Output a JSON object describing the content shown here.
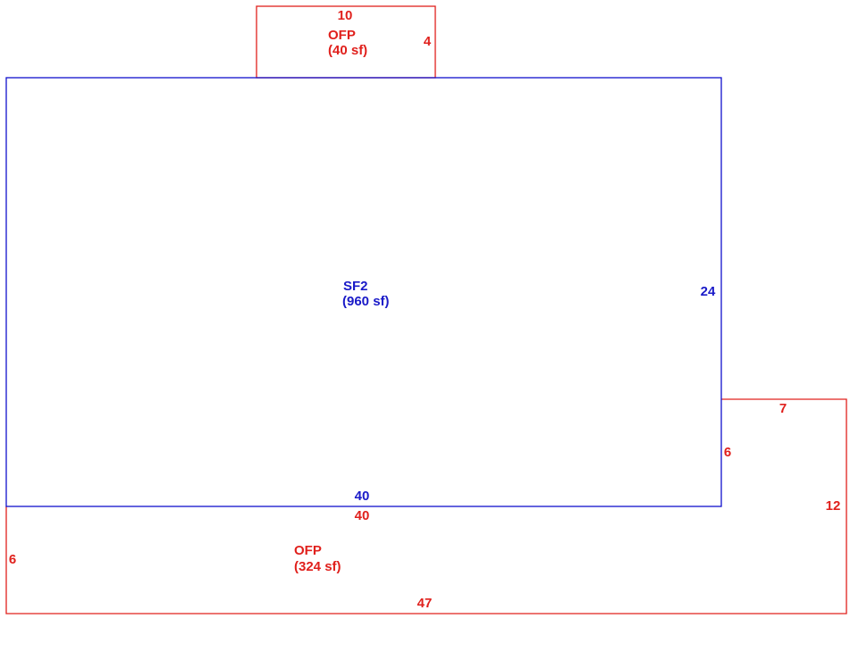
{
  "sketch": {
    "colors": {
      "main_area": "#1010cc",
      "porch_area": "#e0201c"
    },
    "main_area": {
      "code": "SF2",
      "area_label": "(960 sf)",
      "dim_right": "24",
      "dim_bottom": "40"
    },
    "front_porch": {
      "code": "OFP",
      "area_label": "(40 sf)",
      "dim_top": "10",
      "dim_right": "4"
    },
    "rear_porch": {
      "code": "OFP",
      "area_label": "(324 sf)",
      "dim_top_left": "40",
      "dim_left": "6",
      "dim_bottom": "47",
      "dim_right": "12",
      "dim_step_top": "7",
      "dim_step_side": "6"
    }
  }
}
